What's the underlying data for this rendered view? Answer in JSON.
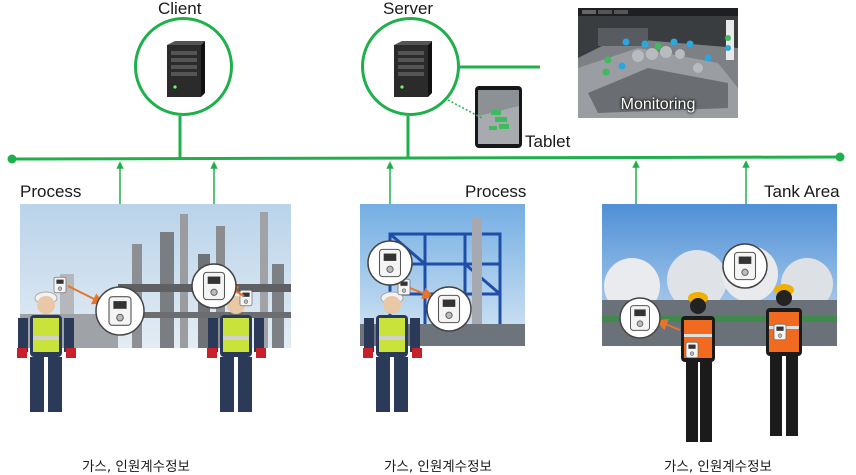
{
  "nodes": {
    "client": "Client",
    "server": "Server",
    "tablet": "Tablet",
    "monitoring": "Monitoring"
  },
  "areas": [
    {
      "title": "Process",
      "caption": "가스, 인원계수정보"
    },
    {
      "title": "Process",
      "caption": "가스, 인원계수정보"
    },
    {
      "title": "Tank Area",
      "caption": "가스, 인원계수정보"
    }
  ],
  "colors": {
    "network": "#1fb04c",
    "link_arrow": "#e8732a",
    "sky": "#9cc7ef",
    "vest": "#c9e33a",
    "worker_suit": "#2c3a5a"
  }
}
